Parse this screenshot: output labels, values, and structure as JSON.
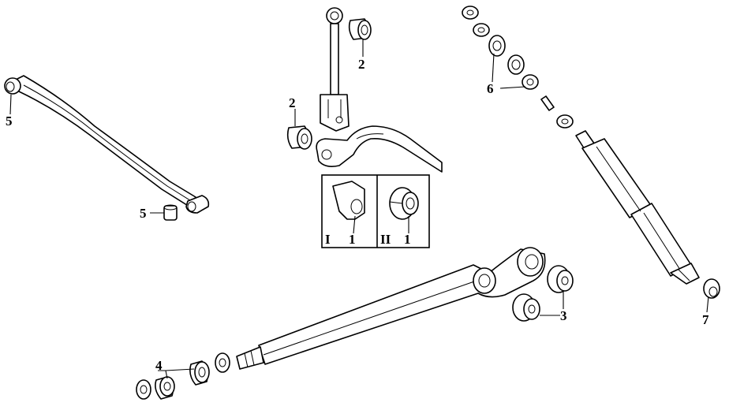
{
  "labels": {
    "c1": "1",
    "c2": "1",
    "c3": "2",
    "c4": "2",
    "c5": "3",
    "c6": "4",
    "c7": "5",
    "c8": "5",
    "c9": "6",
    "c10": "7"
  },
  "insets": {
    "left_roman": "I",
    "right_roman": "II"
  }
}
